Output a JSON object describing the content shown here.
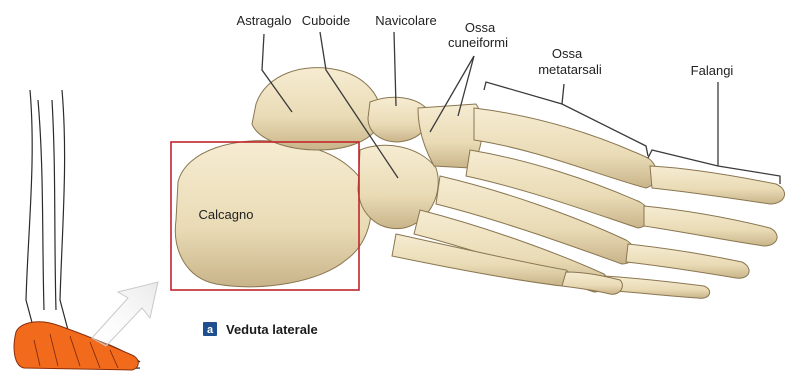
{
  "labels": {
    "astragalo": "Astragalo",
    "cuboide": "Cuboide",
    "navicolare": "Navicolare",
    "cuneiformi_line1": "Ossa",
    "cuneiformi_line2": "cuneiformi",
    "metatarsali_line1": "Ossa",
    "metatarsali_line2": "metatarsali",
    "falangi": "Falangi",
    "calcagno": "Calcagno"
  },
  "caption": {
    "badge": "a",
    "text": "Veduta laterale"
  },
  "colors": {
    "bone": "#efe3c2",
    "bone_shadow": "#c9b48a",
    "highlight_box": "#c0262c",
    "inset_highlight": "#f26a1b",
    "badge": "#1f4f8f"
  }
}
